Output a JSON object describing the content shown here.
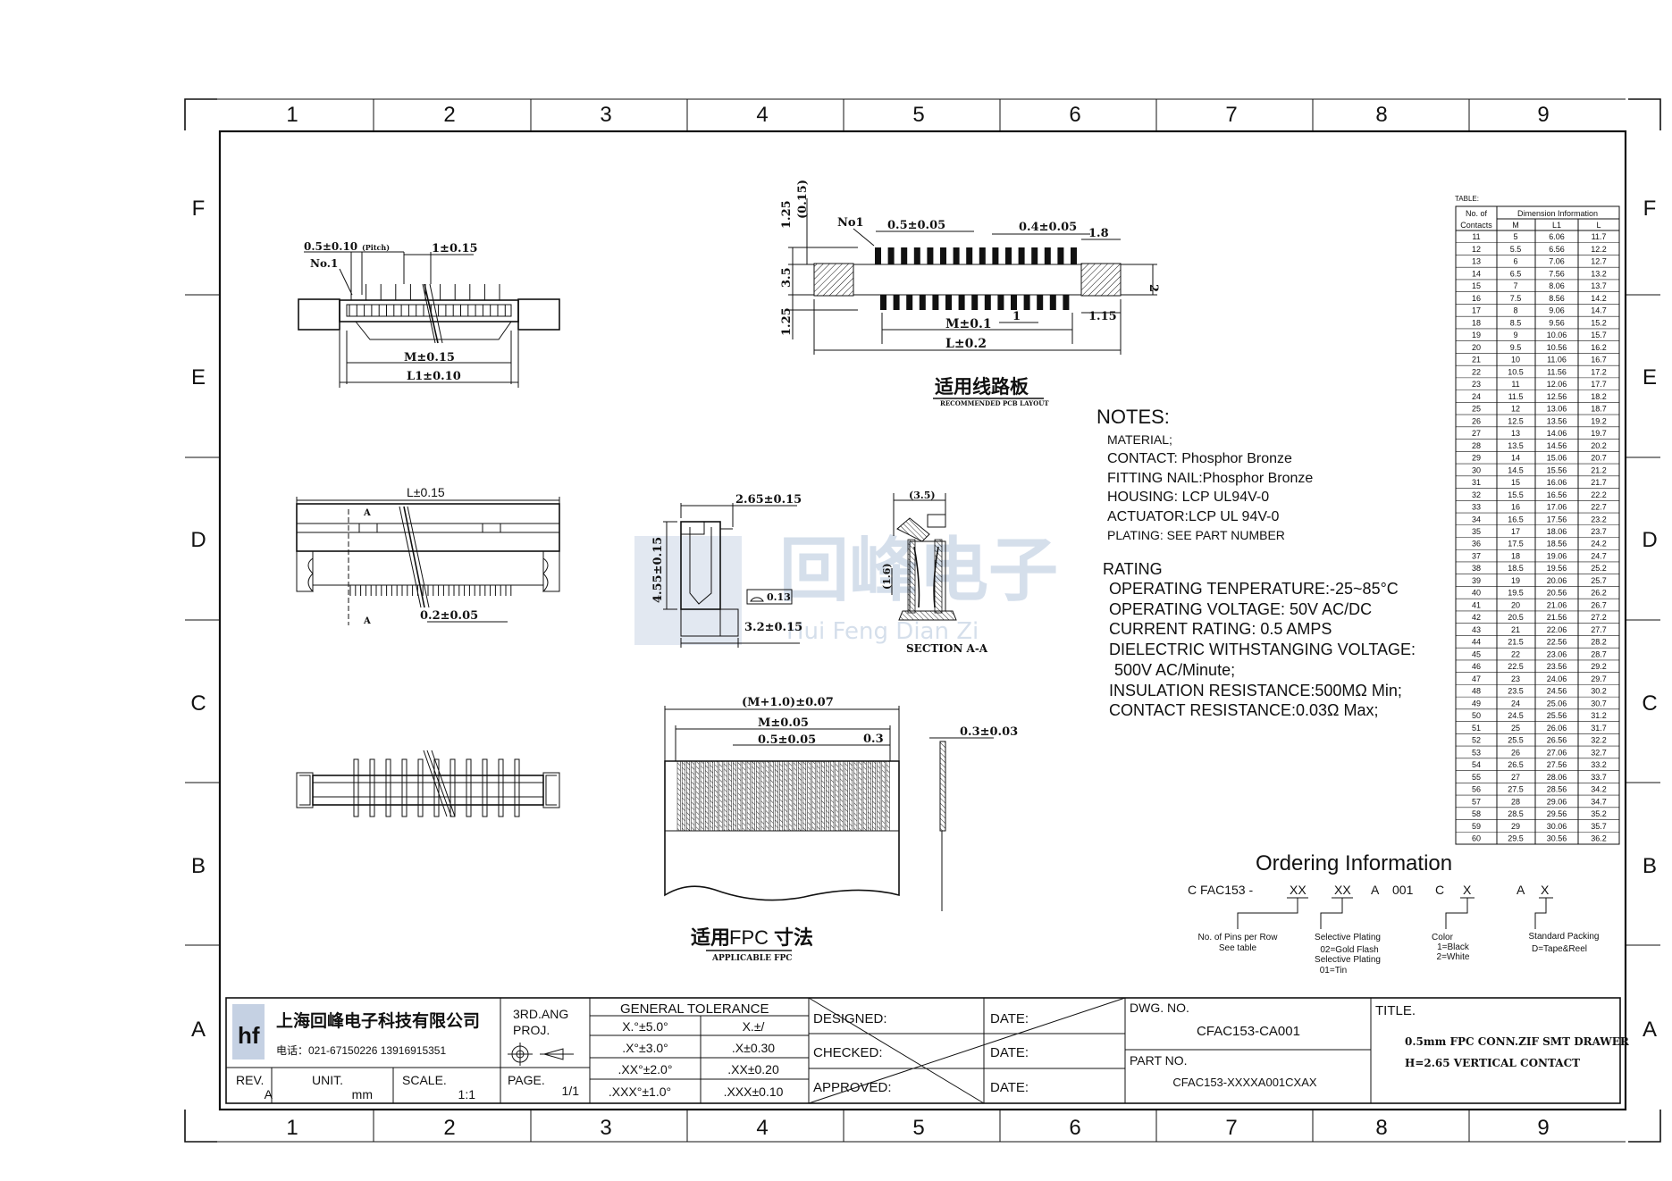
{
  "frame": {
    "columns": [
      "1",
      "2",
      "3",
      "4",
      "5",
      "6",
      "7",
      "8",
      "9"
    ],
    "rows": [
      "F",
      "E",
      "D",
      "C",
      "B",
      "A"
    ]
  },
  "watermark": {
    "chinese": "回峰电子",
    "pinyin": "Hui Feng Dian Zi"
  },
  "top_view": {
    "pitch": "0.5±0.10",
    "pitch_note": "(Pitch)",
    "no1": "No.1",
    "dim_1": "1±0.15",
    "m": "M±0.15",
    "l1": "L1±0.10"
  },
  "pcb_layout": {
    "no1": "No1",
    "dim_a": "0.5±0.05",
    "dim_b": "0.4±0.05",
    "dim_c": "1.8",
    "dim_h1": "1.25",
    "dim_p": "(0.15)",
    "dim_h2": "3.5",
    "dim_h3": "1.25",
    "dim_r": "2",
    "dim_m": "M±0.1",
    "dim_1": "1",
    "dim_115": "1.15",
    "dim_l": "L±0.2",
    "title_cn": "适用线路板",
    "title_en": "RECOMMENDED PCB LAYOUT"
  },
  "front_view": {
    "l": "L±0.15",
    "a1": "A",
    "a2": "A",
    "d": "0.2±0.05"
  },
  "side_view": {
    "w": "2.65±0.15",
    "h": "4.55±0.15",
    "t": "0.13",
    "b": "3.2±0.15"
  },
  "section": {
    "top": "(3.5)",
    "side": "(1.6)",
    "label": "SECTION A-A"
  },
  "fpc": {
    "d1": "(M+1.0)±0.07",
    "d2": "M±0.05",
    "d3": "0.5±0.05",
    "d4": "0.3",
    "d5": "0.3±0.03",
    "title_cn1": "适用",
    "title_mid": "FPC",
    "title_cn2": "寸法",
    "title_en": "APPLICABLE FPC"
  },
  "notes": {
    "heading": "NOTES:",
    "lines": [
      "MATERIAL;",
      "CONTACT: Phosphor Bronze",
      "FITTING NAIL:Phosphor Bronze",
      "HOUSING: LCP UL94V-0",
      "ACTUATOR:LCP UL 94V-0",
      "PLATING: SEE PART NUMBER"
    ],
    "rating_heading": "RATING",
    "rating": [
      "OPERATING TENPERATURE:-25~85°C",
      "OPERATING VOLTAGE: 50V AC/DC",
      "CURRENT RATING: 0.5 AMPS",
      "DIELECTRIC WITHSTANGING VOLTAGE:",
      "500V AC/Minute;",
      "INSULATION RESISTANCE:500MΩ Min;",
      "CONTACT RESISTANCE:0.03Ω Max;"
    ]
  },
  "table": {
    "label": "TABLE:",
    "h1": "No. of",
    "h1b": "Contacts",
    "h2": "Dimension Information",
    "cols": [
      "M",
      "L1",
      "L"
    ],
    "rows": [
      [
        "11",
        "5",
        "6.06",
        "11.7"
      ],
      [
        "12",
        "5.5",
        "6.56",
        "12.2"
      ],
      [
        "13",
        "6",
        "7.06",
        "12.7"
      ],
      [
        "14",
        "6.5",
        "7.56",
        "13.2"
      ],
      [
        "15",
        "7",
        "8.06",
        "13.7"
      ],
      [
        "16",
        "7.5",
        "8.56",
        "14.2"
      ],
      [
        "17",
        "8",
        "9.06",
        "14.7"
      ],
      [
        "18",
        "8.5",
        "9.56",
        "15.2"
      ],
      [
        "19",
        "9",
        "10.06",
        "15.7"
      ],
      [
        "20",
        "9.5",
        "10.56",
        "16.2"
      ],
      [
        "21",
        "10",
        "11.06",
        "16.7"
      ],
      [
        "22",
        "10.5",
        "11.56",
        "17.2"
      ],
      [
        "23",
        "11",
        "12.06",
        "17.7"
      ],
      [
        "24",
        "11.5",
        "12.56",
        "18.2"
      ],
      [
        "25",
        "12",
        "13.06",
        "18.7"
      ],
      [
        "26",
        "12.5",
        "13.56",
        "19.2"
      ],
      [
        "27",
        "13",
        "14.06",
        "19.7"
      ],
      [
        "28",
        "13.5",
        "14.56",
        "20.2"
      ],
      [
        "29",
        "14",
        "15.06",
        "20.7"
      ],
      [
        "30",
        "14.5",
        "15.56",
        "21.2"
      ],
      [
        "31",
        "15",
        "16.06",
        "21.7"
      ],
      [
        "32",
        "15.5",
        "16.56",
        "22.2"
      ],
      [
        "33",
        "16",
        "17.06",
        "22.7"
      ],
      [
        "34",
        "16.5",
        "17.56",
        "23.2"
      ],
      [
        "35",
        "17",
        "18.06",
        "23.7"
      ],
      [
        "36",
        "17.5",
        "18.56",
        "24.2"
      ],
      [
        "37",
        "18",
        "19.06",
        "24.7"
      ],
      [
        "38",
        "18.5",
        "19.56",
        "25.2"
      ],
      [
        "39",
        "19",
        "20.06",
        "25.7"
      ],
      [
        "40",
        "19.5",
        "20.56",
        "26.2"
      ],
      [
        "41",
        "20",
        "21.06",
        "26.7"
      ],
      [
        "42",
        "20.5",
        "21.56",
        "27.2"
      ],
      [
        "43",
        "21",
        "22.06",
        "27.7"
      ],
      [
        "44",
        "21.5",
        "22.56",
        "28.2"
      ],
      [
        "45",
        "22",
        "23.06",
        "28.7"
      ],
      [
        "46",
        "22.5",
        "23.56",
        "29.2"
      ],
      [
        "47",
        "23",
        "24.06",
        "29.7"
      ],
      [
        "48",
        "23.5",
        "24.56",
        "30.2"
      ],
      [
        "49",
        "24",
        "25.06",
        "30.7"
      ],
      [
        "50",
        "24.5",
        "25.56",
        "31.2"
      ],
      [
        "51",
        "25",
        "26.06",
        "31.7"
      ],
      [
        "52",
        "25.5",
        "26.56",
        "32.2"
      ],
      [
        "53",
        "26",
        "27.06",
        "32.7"
      ],
      [
        "54",
        "26.5",
        "27.56",
        "33.2"
      ],
      [
        "55",
        "27",
        "28.06",
        "33.7"
      ],
      [
        "56",
        "27.5",
        "28.56",
        "34.2"
      ],
      [
        "57",
        "28",
        "29.06",
        "34.7"
      ],
      [
        "58",
        "28.5",
        "29.56",
        "35.2"
      ],
      [
        "59",
        "29",
        "30.06",
        "35.7"
      ],
      [
        "60",
        "29.5",
        "30.56",
        "36.2"
      ]
    ]
  },
  "ordering": {
    "heading": "Ordering Information",
    "code": [
      "C FAC153 -",
      "XX",
      "XX",
      "A",
      "001",
      "C",
      "X",
      "A",
      "X"
    ],
    "pins1": "No. of Pins per Row",
    "pins2": "See table",
    "plat1": "Selective Plating",
    "plat2": "02=Gold Flash",
    "plat3": "Selective Plating",
    "plat4": "01=Tin",
    "color1": "Color",
    "color2": "1=Black",
    "color3": "2=White",
    "pack1": "Standard Packing",
    "pack2": "D=Tape&Reel"
  },
  "title_block": {
    "company": "上海回峰电子科技有限公司",
    "phone": "电话：021-67150226  13916915351",
    "angle1": "3RD.ANG",
    "angle2": "PROJ.",
    "tol_heading": "GENERAL TOLERANCE",
    "tol": [
      [
        "X.°±5.0°",
        "X.±/"
      ],
      [
        ".X°±3.0°",
        ".X±0.30"
      ],
      [
        ".XX°±2.0°",
        ".XX±0.20"
      ],
      [
        ".XXX°±1.0°",
        ".XXX±0.10"
      ]
    ],
    "rev_label": "REV.",
    "rev": "A",
    "unit_label": "UNIT.",
    "unit": "mm",
    "scale_label": "SCALE.",
    "scale": "1:1",
    "page_label": "PAGE.",
    "page": "1/1",
    "designed": "DESIGNED:",
    "checked": "CHECKED:",
    "approved": "APPROVED:",
    "date": "DATE:",
    "dwg_label": "DWG. NO.",
    "dwg": "CFAC153-CA001",
    "part_label": "PART NO.",
    "part": "CFAC153-XXXXA001CXAX",
    "title_label": "TITLE.",
    "title1": "0.5mm FPC CONN.ZIF SMT DRAWER",
    "title2": "H=2.65 VERTICAL CONTACT"
  }
}
